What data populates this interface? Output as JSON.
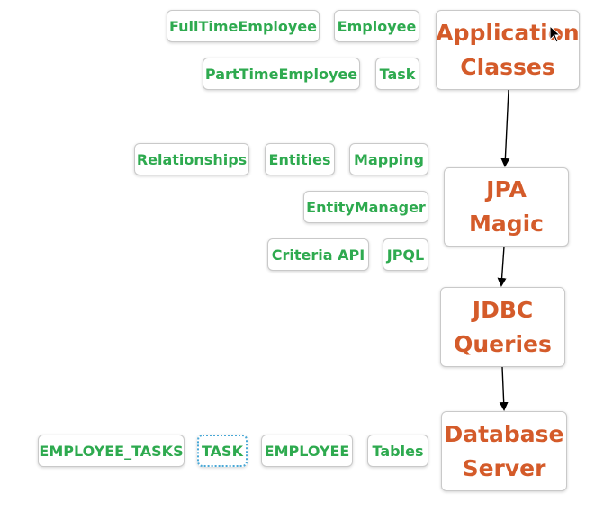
{
  "colors": {
    "main_text": "#d45b2a",
    "tag_text": "#2eaa4f",
    "edge": "#000000",
    "selection": "#49a8d6"
  },
  "main_nodes": {
    "application": {
      "lines": [
        "Application",
        "Classes"
      ]
    },
    "jpa": {
      "lines": [
        "JPA",
        "Magic"
      ]
    },
    "jdbc": {
      "lines": [
        "JDBC",
        "Queries"
      ]
    },
    "database": {
      "lines": [
        "Database",
        "Server"
      ]
    }
  },
  "tags": {
    "full_time_employee": "FullTimeEmployee",
    "employee": "Employee",
    "part_time_employee": "PartTimeEmployee",
    "task": "Task",
    "relationships": "Relationships",
    "entities": "Entities",
    "mapping": "Mapping",
    "entity_manager": "EntityManager",
    "criteria_api": "Criteria API",
    "jpql": "JPQL",
    "employee_tasks_table": "EMPLOYEE_TASKS",
    "task_table": "TASK",
    "employee_table": "EMPLOYEE",
    "tables": "Tables"
  },
  "edges": [
    {
      "from": "application",
      "to": "jpa"
    },
    {
      "from": "jpa",
      "to": "jdbc"
    },
    {
      "from": "jdbc",
      "to": "database"
    }
  ],
  "selected_tag": "task_table",
  "cursor_icon": "mouse-pointer-icon"
}
